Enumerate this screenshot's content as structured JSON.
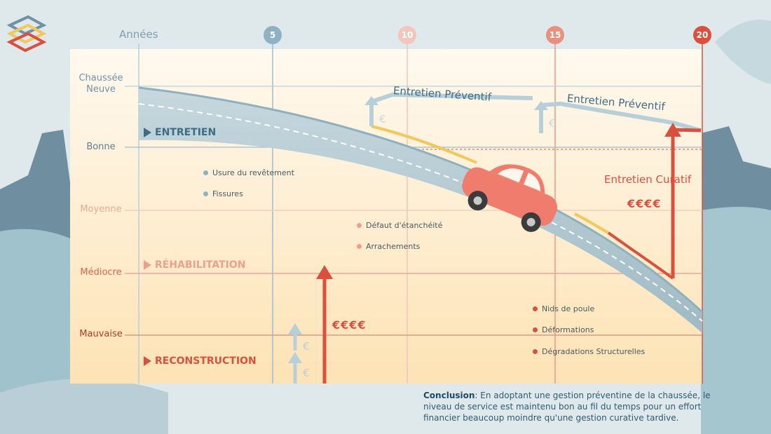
{
  "axis": {
    "x_title": "Années",
    "x_ticks": [
      "5",
      "10",
      "15",
      "20"
    ],
    "y_levels": [
      {
        "label": "Chaussée\nNeuve",
        "color": "#6f93a6"
      },
      {
        "label": "Bonne",
        "color": "#5a7f93"
      },
      {
        "label": "Moyenne",
        "color": "#e8a992"
      },
      {
        "label": "Médiocre",
        "color": "#d9644f"
      },
      {
        "label": "Mauvaise",
        "color": "#b23b2c"
      }
    ]
  },
  "sections": {
    "entretien": "ENTRETIEN",
    "rehabilitation": "RÉHABILITATION",
    "reconstruction": "RECONSTRUCTION"
  },
  "degradations": {
    "group1": [
      "Usure du revêtement",
      "Fissures"
    ],
    "group2": [
      "Défaut d'étanchéité",
      "Arrachements"
    ],
    "group3": [
      "Nids de poule",
      "Déformations",
      "Dégradations Structurelles"
    ]
  },
  "annotations": {
    "preventif_1": "Entretien Préventif",
    "preventif_2": "Entretien Préventif",
    "curatif": "Entretien Curatif",
    "euro_small": "€",
    "euro_big": "€€€€"
  },
  "conclusion": {
    "label": "Conclusion",
    "text": ": En adoptant une gestion préventine de la chaussée, le niveau de service est maintenu bon au fil du temps pour un effort financier beaucoup moindre qu'une gestion curative tardive."
  },
  "colors": {
    "blue_grey": "#8fb2c2",
    "red": "#d9503f",
    "yellow": "#f2c75c",
    "road": "#b8ccd4"
  }
}
